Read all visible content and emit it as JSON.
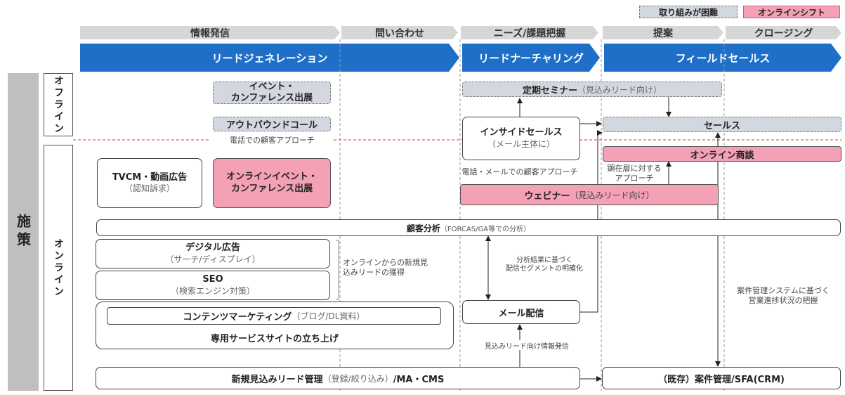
{
  "legend": {
    "difficult": "取り組みが困難",
    "online_shift": "オンラインシフト"
  },
  "phases": [
    "情報発信",
    "問い合わせ",
    "ニーズ/課題把握",
    "提案",
    "クロージング"
  ],
  "stages": [
    "リードジェネレーション",
    "リードナーチャリング",
    "フィールドセールス"
  ],
  "side": {
    "main": "施策",
    "offline": "オフライン",
    "online": "オンライン"
  },
  "offline": {
    "event_line1": "イベント・",
    "event_line2": "カンファレンス出展",
    "outbound_call": "アウトバウンドコール",
    "phone_approach": "電話での顧客アプローチ",
    "seminar_title": "定期セミナー",
    "seminar_note": "（見込みリード向け）",
    "inside_sales_title": "インサイドセールス",
    "inside_sales_sub": "（メール主体に）",
    "sales": "セールス"
  },
  "online": {
    "tvcm_title": "TVCM・動画広告",
    "tvcm_sub": "（認知訴求）",
    "online_event_line1": "オンラインイベント・",
    "online_event_line2": "カンファレンス出展",
    "phone_mail_approach": "電話・メールでの顧客アプローチ",
    "webinar_title": "ウェビナー",
    "webinar_note": "（見込みリード向け）",
    "online_meeting": "オンライン商談",
    "approach_line1": "顕在層に対する",
    "approach_line2": "アプローチ",
    "customer_analysis_title": "顧客分析",
    "customer_analysis_note": "（FORCAS/GA等での分析）",
    "digital_ad_title": "デジタル広告",
    "digital_ad_sub": "（サーチ/ディスプレイ）",
    "seo_title": "SEO",
    "seo_sub": "（検索エンジン対策）",
    "new_lead_line1": "オンラインからの新規見",
    "new_lead_line2": "込みリードの獲得",
    "analysis_result_line1": "分析結果に基づく",
    "analysis_result_line2": "配信セグメントの明確化",
    "content_marketing_title": "コンテンツマーケティング",
    "content_marketing_note": "（ブログ/DL資料）",
    "service_site": "専用サービスサイトの立ち上げ",
    "mail_delivery": "メール配信",
    "lead_info_delivery": "見込みリード向け情報発信",
    "crm_line1": "案件管理システムに基づく",
    "crm_line2": "営業進捗状況の把握",
    "lead_mgmt_title": "新規見込みリード管理",
    "lead_mgmt_note": "（登録/絞り込み）",
    "lead_mgmt_suffix": "/MA・CMS",
    "sfa_prefix": "（既存）",
    "sfa_title": "案件管理/SFA(CRM)"
  }
}
